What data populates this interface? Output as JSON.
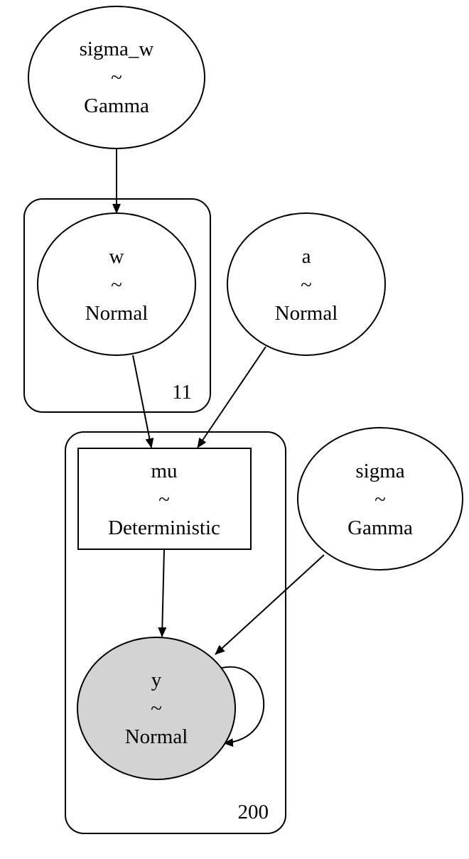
{
  "nodes": {
    "sigma_w": {
      "name": "sigma_w",
      "tilde": "~",
      "dist": "Gamma"
    },
    "w": {
      "name": "w",
      "tilde": "~",
      "dist": "Normal"
    },
    "a": {
      "name": "a",
      "tilde": "~",
      "dist": "Normal"
    },
    "mu": {
      "name": "mu",
      "tilde": "~",
      "dist": "Deterministic"
    },
    "sigma": {
      "name": "sigma",
      "tilde": "~",
      "dist": "Gamma"
    },
    "y": {
      "name": "y",
      "tilde": "~",
      "dist": "Normal",
      "observed": true
    }
  },
  "plates": {
    "w_plate": {
      "label": "11"
    },
    "obs_plate": {
      "label": "200"
    }
  },
  "edges": [
    {
      "from": "sigma_w",
      "to": "w"
    },
    {
      "from": "w",
      "to": "mu"
    },
    {
      "from": "a",
      "to": "mu"
    },
    {
      "from": "mu",
      "to": "y"
    },
    {
      "from": "sigma",
      "to": "y"
    },
    {
      "from": "y",
      "to": "y"
    }
  ],
  "colors": {
    "observed_fill": "#d3d3d3",
    "stroke": "#000000"
  }
}
